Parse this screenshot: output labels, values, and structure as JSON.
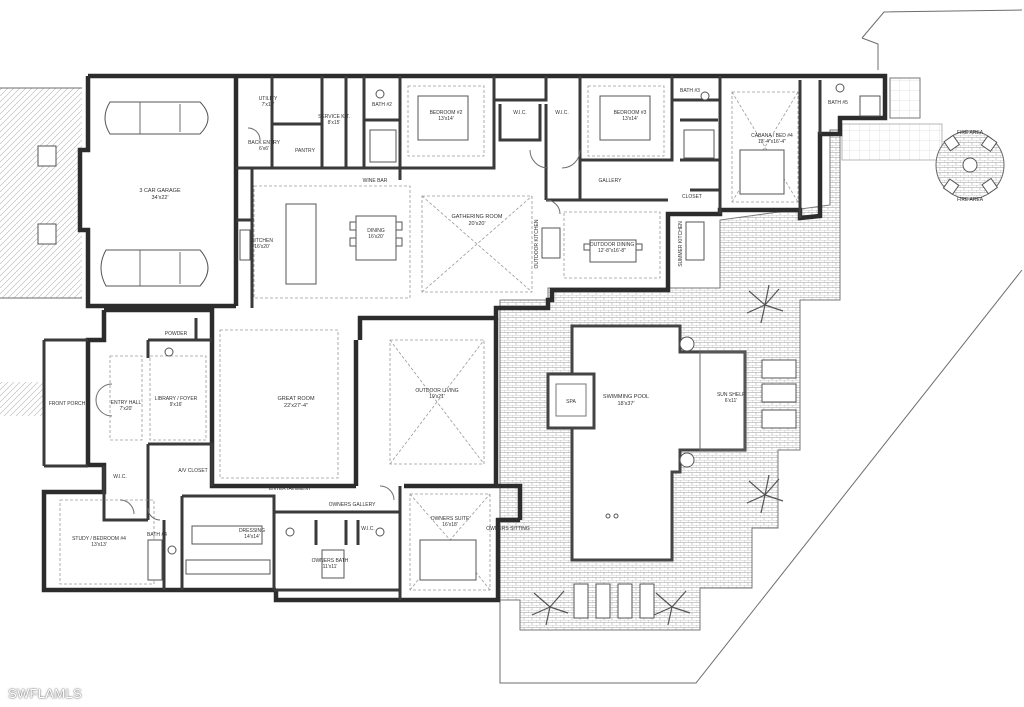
{
  "watermark": "SWFLAMLS",
  "rooms": {
    "garage": {
      "name": "3 CAR GARAGE",
      "size": "34'x22'"
    },
    "utility": {
      "name": "UTILITY",
      "size": "7'x10'"
    },
    "back_entry": {
      "name": "BACK ENTRY",
      "size": "6'x6'"
    },
    "pantry": {
      "name": "PANTRY"
    },
    "service_kit": {
      "name": "SERVICE KIT.",
      "size": "8'x15'"
    },
    "bath2": {
      "name": "BATH #2"
    },
    "bedroom2": {
      "name": "BEDROOM #2",
      "size": "13'x14'"
    },
    "wic_a": {
      "name": "W.I.C."
    },
    "wic_b": {
      "name": "W.I.C."
    },
    "bedroom3": {
      "name": "BEDROOM #3",
      "size": "13'x14'"
    },
    "bath3": {
      "name": "BATH #3"
    },
    "cabana": {
      "name": "CABANA / BED #4",
      "size": "13'-4\"x16'-4\""
    },
    "bath5": {
      "name": "BATH #5"
    },
    "fire_area": {
      "name": "FIRE AREA"
    },
    "gallery": {
      "name": "GALLERY"
    },
    "closet": {
      "name": "CLOSET"
    },
    "wine_bar": {
      "name": "WINE BAR"
    },
    "kitchen": {
      "name": "KITCHEN",
      "size": "16'x20'"
    },
    "dining": {
      "name": "DINING",
      "size": "16'x20'"
    },
    "gathering_room": {
      "name": "GATHERING ROOM",
      "size": "20'x20'"
    },
    "outdoor_kitchen": {
      "name": "OUTDOOR KITCHEN"
    },
    "outdoor_dining": {
      "name": "OUTDOOR DINING",
      "size": "12'-8\"x16'-8\""
    },
    "summer_kitchen": {
      "name": "SUMMER KITCHEN"
    },
    "powder": {
      "name": "POWDER"
    },
    "front_porch": {
      "name": "FRONT PORCH"
    },
    "entry_hall": {
      "name": "ENTRY HALL",
      "size": "7'x20'"
    },
    "library": {
      "name": "LIBRARY / FOYER",
      "size": "9'x16'"
    },
    "great_room": {
      "name": "GREAT ROOM",
      "size": "22'x27'-4\""
    },
    "outdoor_living": {
      "name": "OUTDOOR LIVING",
      "size": "19'x21'"
    },
    "spa": {
      "name": "SPA"
    },
    "swimming_pool": {
      "name": "SWIMMING POOL",
      "size": "18'x37'"
    },
    "sun_shelf": {
      "name": "SUN SHELF",
      "size": "6'x11'"
    },
    "av_closet": {
      "name": "A/V CLOSET"
    },
    "wic_hall": {
      "name": "W.I.C."
    },
    "study": {
      "name": "STUDY / BEDROOM #4",
      "size": "13'x13'"
    },
    "bath4": {
      "name": "BATH #4"
    },
    "entertainment": {
      "name": "ENTERTAINMENT"
    },
    "dressing": {
      "name": "DRESSING",
      "size": "14'x14'"
    },
    "owners_gallery": {
      "name": "OWNERS GALLERY"
    },
    "wic_owner": {
      "name": "W.I.C."
    },
    "owners_bath": {
      "name": "OWNERS BATH",
      "size": "11'x11'"
    },
    "owners_suite": {
      "name": "OWNERS SUITE",
      "size": "16'x18'"
    },
    "owners_sitting": {
      "name": "OWNERS SITTING"
    }
  }
}
